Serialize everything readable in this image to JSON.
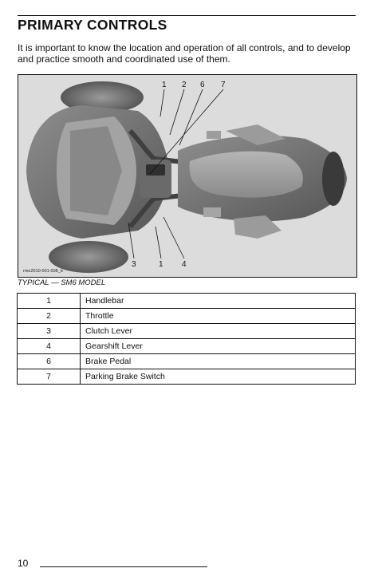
{
  "title": "PRIMARY CONTROLS",
  "intro": "It is important to know the location and operation of all controls, and to develop and practice smooth and coordinated use of them.",
  "figure": {
    "image_code": "rmo2010-001-008_b",
    "callouts_top": [
      "1",
      "2",
      "6",
      "7"
    ],
    "callouts_bottom": [
      "3",
      "1",
      "4"
    ],
    "caption": "TYPICAL — SM6 MODEL"
  },
  "legend": [
    {
      "num": "1",
      "label": "Handlebar"
    },
    {
      "num": "2",
      "label": "Throttle"
    },
    {
      "num": "3",
      "label": "Clutch Lever"
    },
    {
      "num": "4",
      "label": "Gearshift Lever"
    },
    {
      "num": "6",
      "label": "Brake Pedal"
    },
    {
      "num": "7",
      "label": "Parking Brake Switch"
    }
  ],
  "page_number": "10"
}
